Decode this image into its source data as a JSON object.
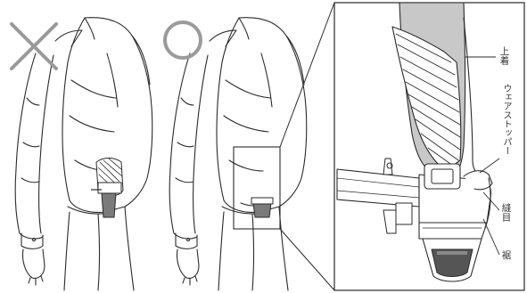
{
  "labels": {
    "jacket": "上着",
    "stopper": "ウェアストッパー",
    "seam": "縫目",
    "hem": "裾"
  },
  "marks": {
    "wrong": "cross-mark",
    "right": "circle-mark"
  },
  "colors": {
    "mark": "#9a9a9a",
    "line": "#2a2a2a",
    "gray_fill": "#c8c8c8",
    "dark_fill": "#555555",
    "label": "#333333"
  }
}
